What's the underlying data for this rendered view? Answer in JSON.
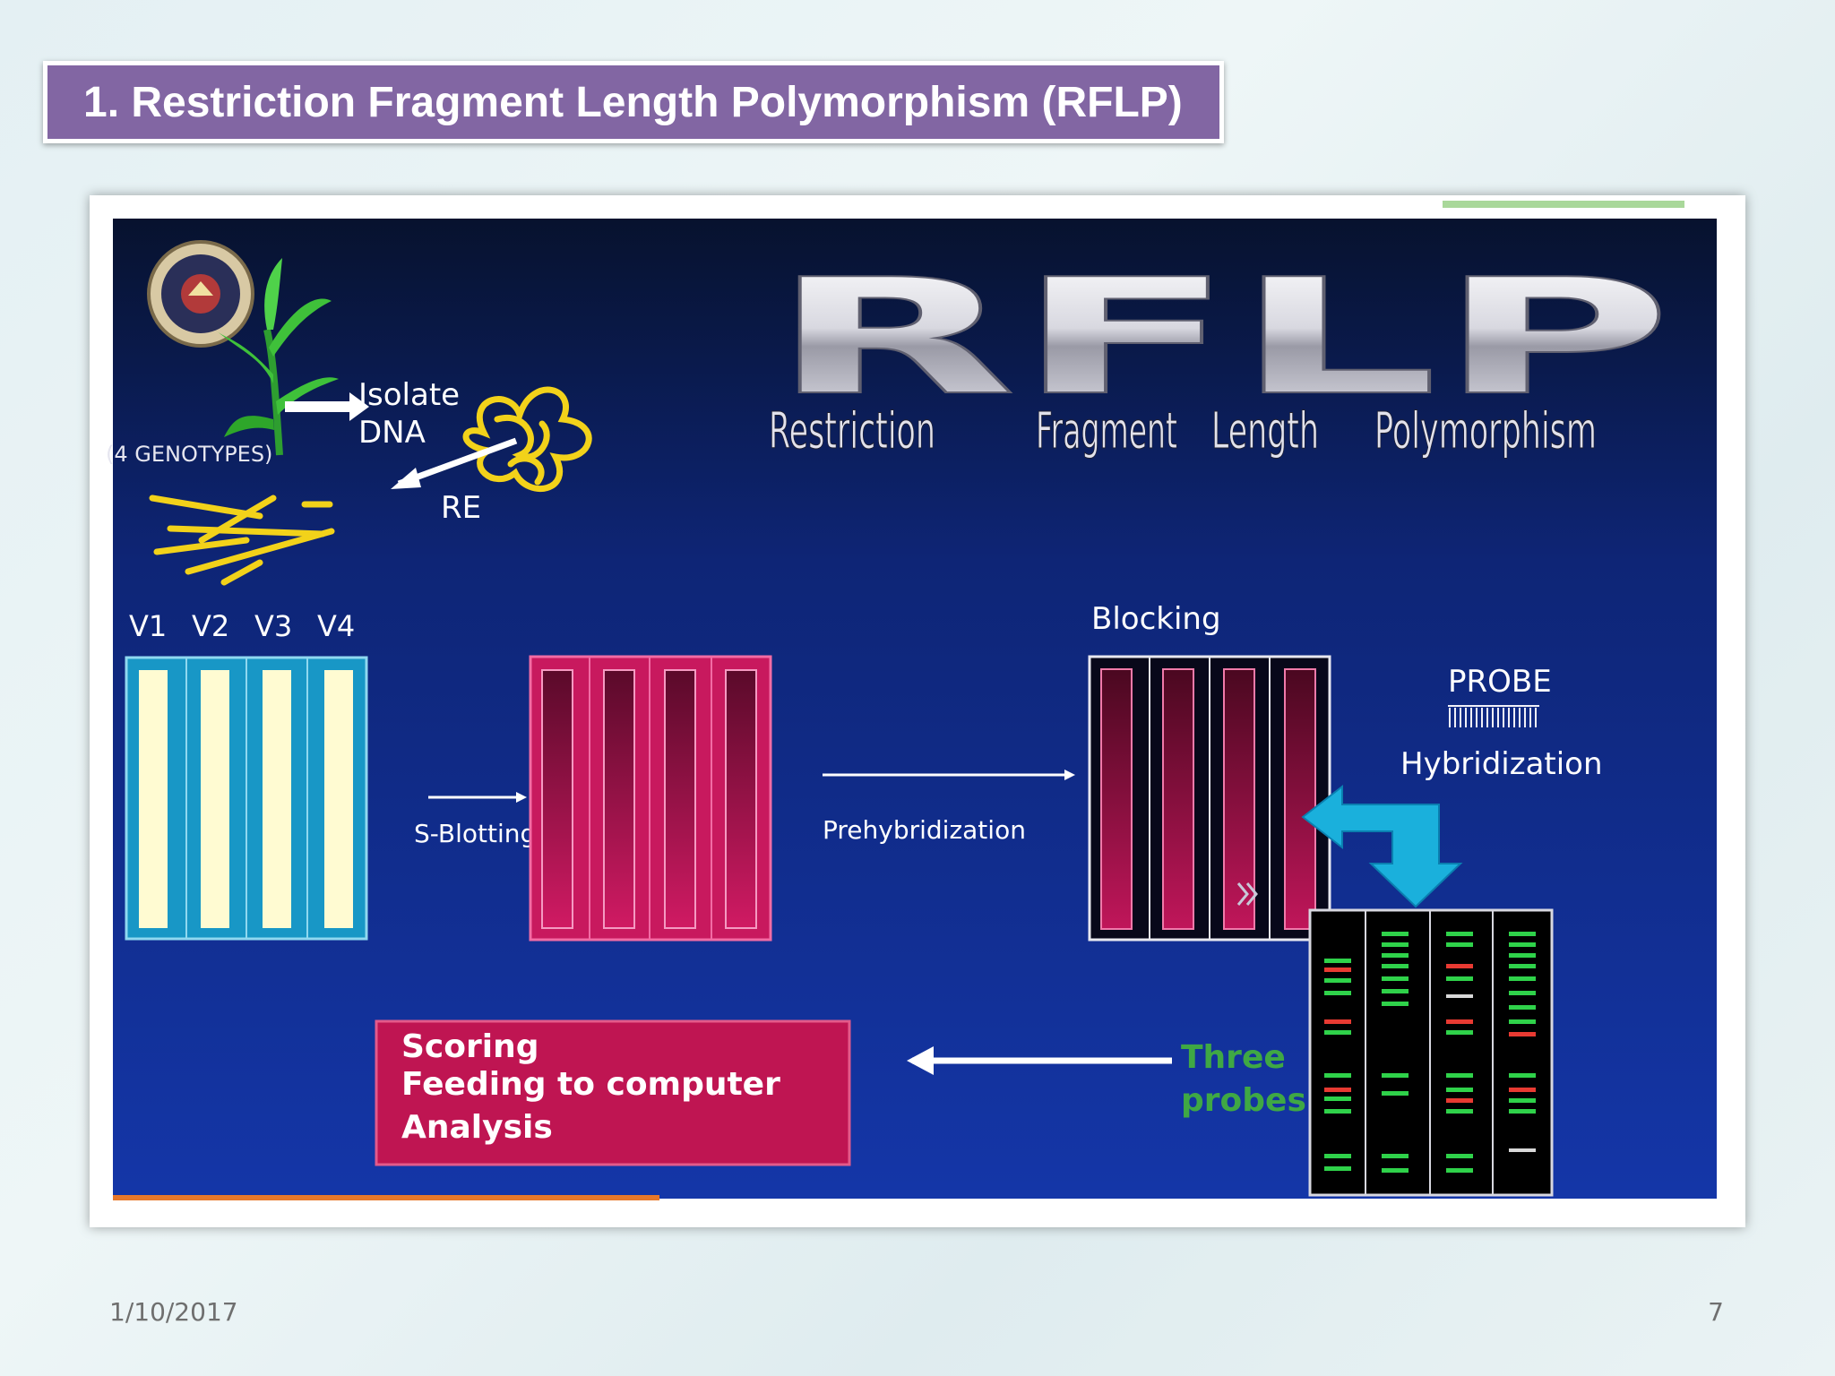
{
  "slide": {
    "title": "1. Restriction Fragment Length Polymorphism (RFLP)",
    "date": "1/10/2017",
    "page_number": "7"
  },
  "diagram": {
    "big_title": "RFLP",
    "title_words": [
      "Restriction",
      "Fragment",
      "Length",
      "Polymorphism"
    ],
    "isolate_line1": "Isolate",
    "isolate_line2": "DNA",
    "genotypes_label": "(4 GENOTYPES)",
    "re_label": "RE",
    "lane_labels": [
      "V1",
      "V2",
      "V3",
      "V4"
    ],
    "s_blotting": "S-Blotting",
    "prehybridization": "Prehybridization",
    "blocking": "Blocking",
    "probe": "PROBE",
    "hybridization": "Hybridization",
    "three_probes_line1": "Three",
    "three_probes_line2": "probes",
    "scoring_lines": [
      "Scoring",
      "Feeding to computer",
      "Analysis"
    ]
  },
  "colors": {
    "title_bar": "#8266a3",
    "diagram_bg_top": "#07122e",
    "diagram_bg_bottom": "#1436a8",
    "gel_lane": "#fffbd2",
    "gel_frame": "#1897c6",
    "membrane": "#c8195e",
    "scoring_box": "#bf1552",
    "probe_text_green": "#3fa844",
    "band_green": "#2fd24a",
    "band_red": "#e83a32"
  }
}
